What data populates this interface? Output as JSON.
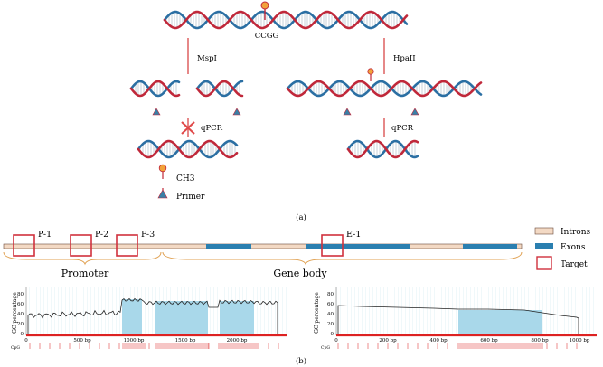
{
  "panel_a": {
    "caption": "(a)",
    "site_label": "CCGG",
    "left_enzyme": "MspI",
    "right_enzyme": "HpaII",
    "left_qpcr": "qPCR",
    "right_qpcr": "qPCR",
    "legend_ch3": "CH3",
    "legend_primer": "Primer",
    "colors": {
      "strand_red": "#c0283a",
      "strand_blue": "#2b6fa3",
      "arrow": "#e06a6a",
      "methyl": "#f2a23a",
      "primer": "#3a7fa6",
      "cross": "#e04a4a"
    }
  },
  "panel_b": {
    "caption": "(b)",
    "targets": [
      "P-1",
      "P-2",
      "P-3",
      "E-1"
    ],
    "regions": [
      "Promoter",
      "Gene body"
    ],
    "legend": [
      "Introns",
      "Exons",
      "Target"
    ],
    "colors": {
      "intron": "#f3d9c4",
      "exon": "#2a7fb0",
      "target": "#d0313d",
      "gc_fill": "#a9d8ea",
      "cpg": "#e04040"
    },
    "left_plot": {
      "ylabel": "GC percentage",
      "yticks": [
        "0",
        "20",
        "40",
        "60",
        "80"
      ],
      "xticks": [
        "500 bp",
        "1000 bp",
        "1500 bp",
        "2000 bp"
      ],
      "track_label": "CpG"
    },
    "right_plot": {
      "ylabel": "GC percentage",
      "yticks": [
        "0",
        "20",
        "40",
        "60",
        "80"
      ],
      "xticks": [
        "200 bp",
        "400 bp",
        "600 bp",
        "800 bp",
        "1000 bp"
      ],
      "track_label": "CpG"
    }
  }
}
